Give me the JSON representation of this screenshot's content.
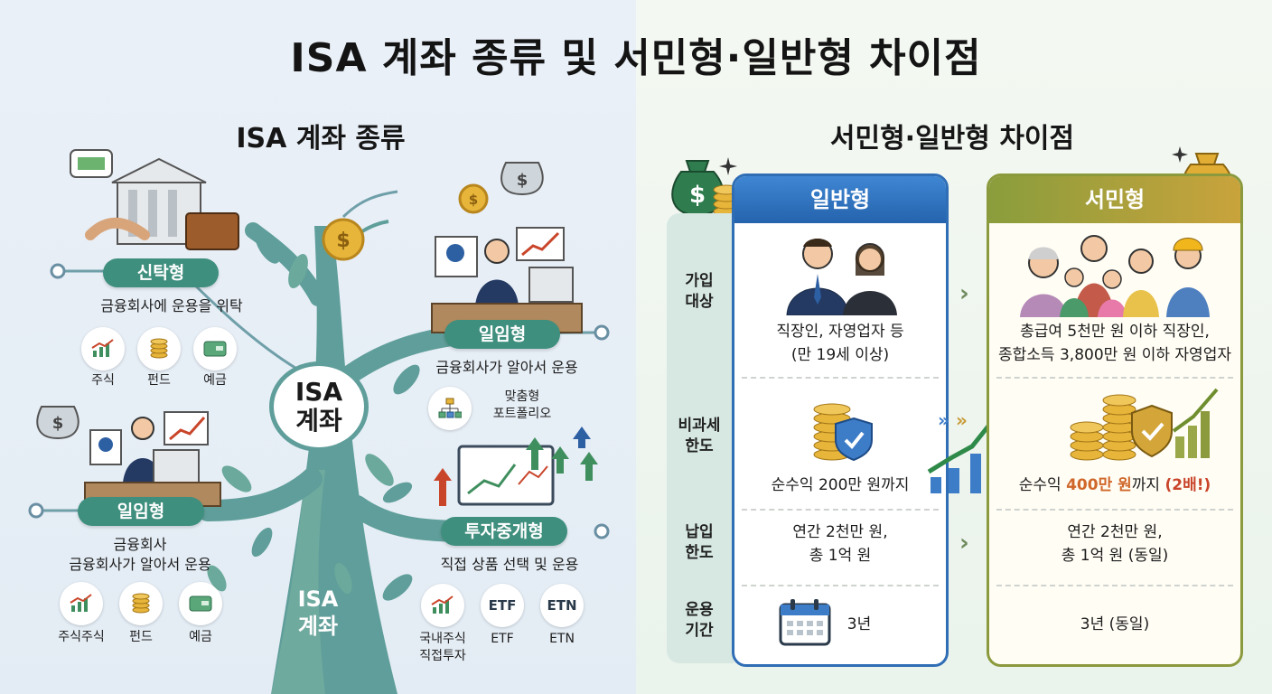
{
  "title": "ISA 계좌 종류 및 서민형·일반형 차이점",
  "left": {
    "title": "ISA 계좌 종류",
    "center_label": "ISA\n계좌",
    "trunk_label": "ISA\n계좌",
    "trust": {
      "label": "신탁형",
      "desc": "금융회사에 운용을 위탁",
      "icons": [
        "주식",
        "펀드",
        "예금"
      ]
    },
    "discretionary_top": {
      "label": "일임형",
      "desc": "금융회사가 알아서 운용",
      "sub": "맞춤형\n포트폴리오"
    },
    "discretionary_left": {
      "label": "일임형",
      "desc1": "금융회사",
      "desc2": "금융회사가 알아서 운용",
      "icons": [
        "주식주식",
        "펀드",
        "예금"
      ]
    },
    "brokerage": {
      "label": "투자중개형",
      "desc": "직접 상품 선택 및 운용",
      "icons": [
        "국내주식\n직접투자",
        "ETF",
        "ETN"
      ],
      "icon_texts": [
        "ETF",
        "ETN"
      ]
    }
  },
  "right": {
    "title": "서민형·일반형 차이점",
    "general": {
      "header": "일반형",
      "target": "직장인, 자영업자 등",
      "target_sub": "(만 19세 이상)",
      "tax_free_pre": "순수익 200만 원까지",
      "limit1": "연간 2천만 원,",
      "limit2": "총 1억 원",
      "period": "3년"
    },
    "low_income": {
      "header": "서민형",
      "target1": "총급여 5천만 원 이하 직장인,",
      "target2": "종합소득 3,800만 원 이하 자영업자",
      "tax_free_pre": "순수익 ",
      "tax_free_amt": "400만 원",
      "tax_free_post": "까지 ",
      "tax_free_badge": "(2배!)",
      "limit1": "연간 2천만 원,",
      "limit2": "총 1억 원 (동일)",
      "period": "3년 (동일)"
    },
    "row_labels": {
      "target": "가입\n대상",
      "tax_free": "비과세\n한도",
      "deposit": "납입\n한도",
      "period": "운용\n기간"
    }
  },
  "colors": {
    "pill": "#3f8f7e",
    "general": "#2f6db5",
    "low_income": "#8b9a3c",
    "accent_red": "#c9452a",
    "tree": "#5f9e9a"
  }
}
